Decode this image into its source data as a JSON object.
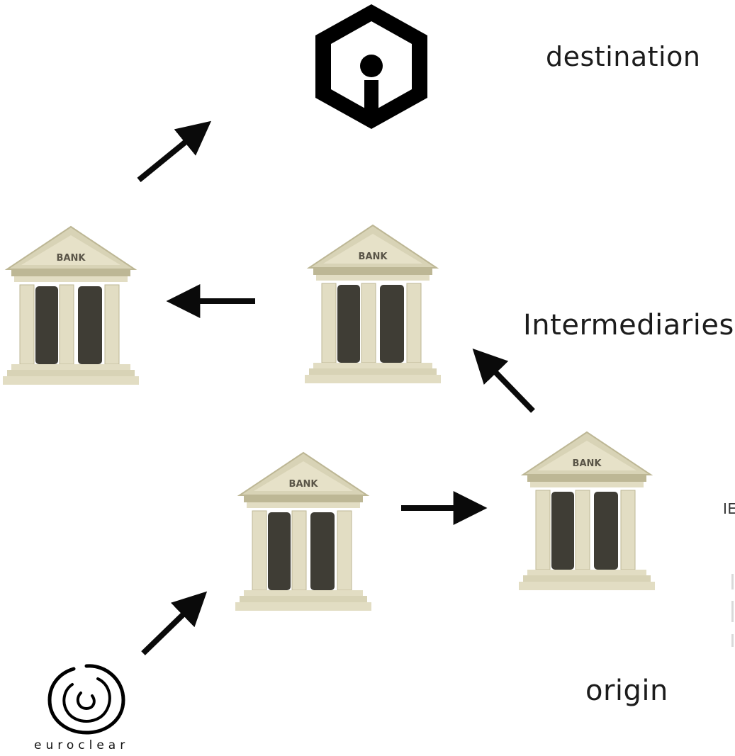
{
  "labels": {
    "destination": "destination",
    "intermediaries": "Intermediaries",
    "origin": "origin",
    "partial_right": "IE"
  },
  "banks": [
    {
      "id": "bank-left",
      "text": "BANK"
    },
    {
      "id": "bank-middle-top",
      "text": "BANK"
    },
    {
      "id": "bank-middle-bottom",
      "text": "BANK"
    },
    {
      "id": "bank-right",
      "text": "BANK"
    }
  ],
  "logo": {
    "name": "euroclear",
    "text": "euroclear"
  },
  "destination_icon": {
    "name": "hexagon-i-icon"
  },
  "colors": {
    "bank_roof": "#d8d3b6",
    "bank_stone": "#e2ddc3",
    "bank_shadow": "#bdb795",
    "bank_door": "#3f3d35",
    "arrow": "#0a0a0a",
    "text": "#1c1c1c"
  }
}
